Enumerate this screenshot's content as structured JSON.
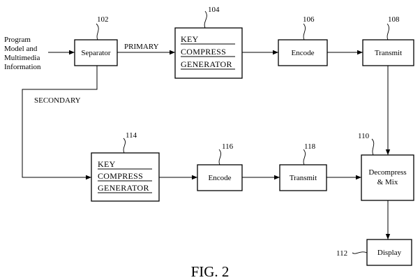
{
  "input_label": [
    "Program",
    "Model and",
    "Multimedia",
    "Information"
  ],
  "wire_labels": {
    "primary": "PRIMARY",
    "secondary": "SECONDARY"
  },
  "blocks": {
    "separator": {
      "ref": "102",
      "text": "Separator"
    },
    "key_gen_top": {
      "ref": "104",
      "lines": [
        "KEY",
        "COMPRESS",
        "GENERATOR"
      ]
    },
    "encode_top": {
      "ref": "106",
      "text": "Encode"
    },
    "transmit_top": {
      "ref": "108",
      "text": "Transmit"
    },
    "decompress_mix": {
      "ref": "110",
      "lines": [
        "Decompress",
        "& Mix"
      ]
    },
    "display": {
      "ref": "112",
      "text": "Display"
    },
    "key_gen_bottom": {
      "ref": "114",
      "lines": [
        "KEY",
        "COMPRESS",
        "GENERATOR"
      ]
    },
    "encode_bottom": {
      "ref": "116",
      "text": "Encode"
    },
    "transmit_bottom": {
      "ref": "118",
      "text": "Transmit"
    }
  },
  "figure_caption": "FIG. 2"
}
